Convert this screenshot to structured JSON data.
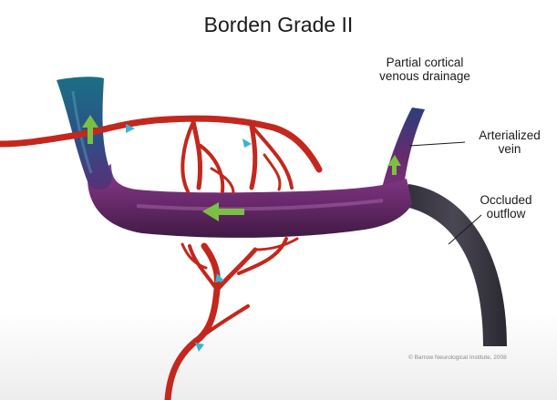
{
  "title": "Borden Grade II",
  "labels": {
    "partial_drainage": [
      "Partial cortical",
      "venous drainage"
    ],
    "arterialized_vein": [
      "Arterialized",
      "vein"
    ],
    "occluded_outflow": [
      "Occluded",
      "outflow"
    ]
  },
  "copyright": "© Barrow Neurological Institute, 2008",
  "colors": {
    "artery": "#c4271d",
    "vein_purple": "#6a2a6c",
    "vein_teal": "#1c6f86",
    "occluded": "#3c3a44",
    "flow_arrow": "#7bc043",
    "small_arrow": "#35b7d0"
  }
}
